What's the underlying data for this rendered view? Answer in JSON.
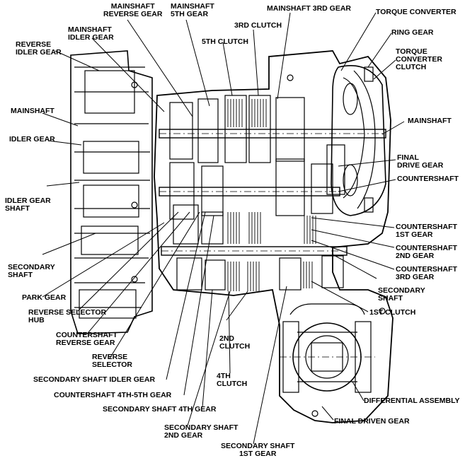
{
  "diagram": {
    "labels": {
      "mainshaft_reverse_gear": [
        "MAINSHAFT",
        "REVERSE GEAR"
      ],
      "mainshaft_5th_gear": [
        "MAINSHAFT",
        "5TH GEAR"
      ],
      "mainshaft_3rd_gear": [
        "MAINSHAFT 3RD GEAR"
      ],
      "torque_converter": [
        "TORQUE CONVERTER"
      ],
      "mainshaft_idler_gear": [
        "MAINSHAFT",
        "IDLER GEAR"
      ],
      "third_clutch": [
        "3RD CLUTCH"
      ],
      "ring_gear": [
        "RING GEAR"
      ],
      "reverse_idler_gear": [
        "REVERSE",
        "IDLER GEAR"
      ],
      "fifth_clutch": [
        "5TH CLUTCH"
      ],
      "torque_converter_clutch": [
        "TORQUE",
        "CONVERTER",
        "CLUTCH"
      ],
      "mainshaft_left": [
        "MAINSHAFT"
      ],
      "mainshaft_right": [
        "MAINSHAFT"
      ],
      "idler_gear": [
        "IDLER GEAR"
      ],
      "final_drive_gear": [
        "FINAL",
        "DRIVE GEAR"
      ],
      "countershaft": [
        "COUNTERSHAFT"
      ],
      "idler_gear_shaft": [
        "IDLER GEAR",
        "SHAFT"
      ],
      "countershaft_1st_gear": [
        "COUNTERSHAFT",
        "1ST GEAR"
      ],
      "countershaft_2nd_gear": [
        "COUNTERSHAFT",
        "2ND GEAR"
      ],
      "secondary_shaft_left": [
        "SECONDARY",
        "SHAFT"
      ],
      "countershaft_3rd_gear": [
        "COUNTERSHAFT",
        "3RD GEAR"
      ],
      "secondary_shaft_right": [
        "SECONDARY",
        "SHAFT"
      ],
      "park_gear": [
        "PARK GEAR"
      ],
      "first_clutch": [
        "1ST CLUTCH"
      ],
      "reverse_selector_hub": [
        "REVERSE SELECTOR",
        "HUB"
      ],
      "countershaft_reverse_gear": [
        "COUNTERSHAFT",
        "REVERSE GEAR"
      ],
      "second_clutch": [
        "2ND",
        "CLUTCH"
      ],
      "reverse_selector": [
        "REVERSE",
        "SELECTOR"
      ],
      "secondary_shaft_idler_gear": [
        "SECONDARY SHAFT IDLER GEAR"
      ],
      "fourth_clutch": [
        "4TH",
        "CLUTCH"
      ],
      "countershaft_4th_5th_gear": [
        "COUNTERSHAFT 4TH-5TH GEAR"
      ],
      "differential_assembly": [
        "DIFFERENTIAL ASSEMBLY"
      ],
      "secondary_shaft_4th_gear": [
        "SECONDARY SHAFT 4TH GEAR"
      ],
      "final_driven_gear": [
        "FINAL DRIVEN GEAR"
      ],
      "secondary_shaft_2nd_gear": [
        "SECONDARY SHAFT",
        "2ND GEAR"
      ],
      "secondary_shaft_1st_gear": [
        "SECONDARY SHAFT",
        "1ST GEAR"
      ]
    }
  }
}
